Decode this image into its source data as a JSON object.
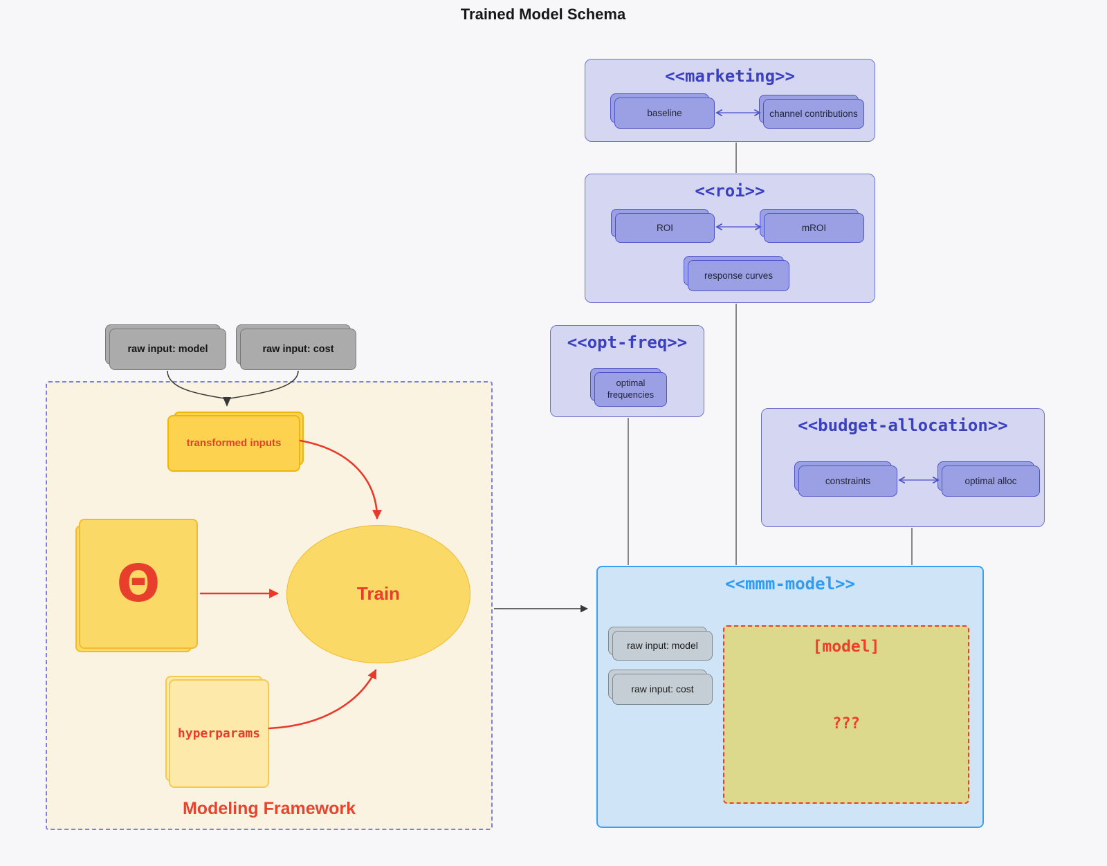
{
  "title": "Trained Model Schema",
  "colors": {
    "accent_indigo": "#3a40c0",
    "accent_blue": "#2d9cf4",
    "accent_red": "#e83e2c",
    "gold_border": "#eeb606",
    "lavender_bg": "#d5d7f2",
    "purple_card": "#9b9fe4",
    "mmm_bg": "#cfe4f7",
    "khaki_bg": "#dcd88c",
    "framework_bg": "#faf3e2",
    "gray_card": "#ababab"
  },
  "marketing": {
    "title": "<<marketing>>",
    "baseline": "baseline",
    "channel": "channel contributions"
  },
  "roi": {
    "title": "<<roi>>",
    "roi": "ROI",
    "mroi": "mROI",
    "response": "response curves"
  },
  "opt_freq": {
    "title": "<<opt-freq>>",
    "card": "optimal frequencies"
  },
  "budget": {
    "title": "<<budget-allocation>>",
    "constraints": "constraints",
    "optimal_alloc": "optimal alloc"
  },
  "mmm": {
    "title": "<<mmm-model>>",
    "raw_model": "raw input: model",
    "raw_cost": "raw input: cost",
    "model_title": "[model]",
    "model_placeholder": "???"
  },
  "framework": {
    "label": "Modeling Framework",
    "raw_model": "raw input: model",
    "raw_cost": "raw input: cost",
    "transformed": "transformed inputs",
    "theta": "Θ",
    "train": "Train",
    "hyperparams": "hyperparams"
  }
}
